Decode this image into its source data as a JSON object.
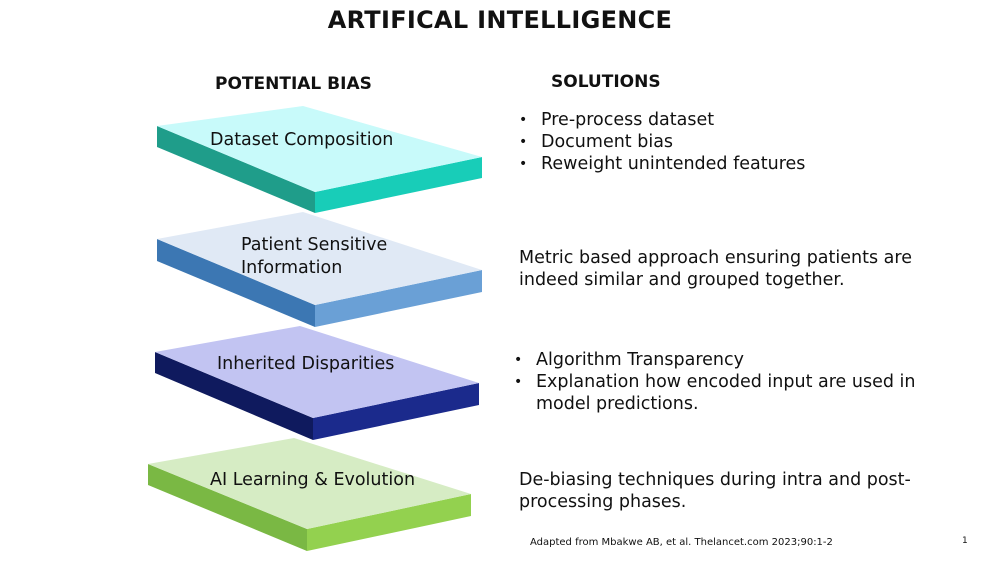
{
  "title": "ARTIFICAL INTELLIGENCE",
  "columns": {
    "left": "POTENTIAL BIAS",
    "right": "SOLUTIONS"
  },
  "layers": [
    {
      "label": "Dataset Composition",
      "colors": {
        "top": "#c8fafa",
        "left": "#1f9d8a",
        "right": "#18cdb8"
      },
      "solution_bullets": [
        "Pre-process dataset",
        "Document bias",
        "Reweight unintended features"
      ]
    },
    {
      "label_lines": [
        "Patient Sensitive",
        "Information"
      ],
      "colors": {
        "top": "#e0e9f5",
        "left": "#3c77b3",
        "right": "#6aa0d6"
      },
      "solution_text_lines": [
        "Metric based approach ensuring patients are",
        "indeed similar and grouped together."
      ]
    },
    {
      "label": "Inherited Disparities",
      "colors": {
        "top": "#c2c4f2",
        "left": "#0f1a5e",
        "right": "#1b2a8c"
      },
      "solution_bullets": [
        "Algorithm Transparency",
        "Explanation how encoded input are used in model predictions."
      ]
    },
    {
      "label": "AI Learning & Evolution",
      "colors": {
        "top": "#d6ecc4",
        "left": "#7ab844",
        "right": "#93d14f"
      },
      "solution_text_lines": [
        "De-biasing techniques during intra and post-",
        "processing phases."
      ]
    }
  ],
  "footer": "Adapted from Mbakwe AB, et al. Thelancet.com 2023;90:1-2",
  "page_number": "1"
}
